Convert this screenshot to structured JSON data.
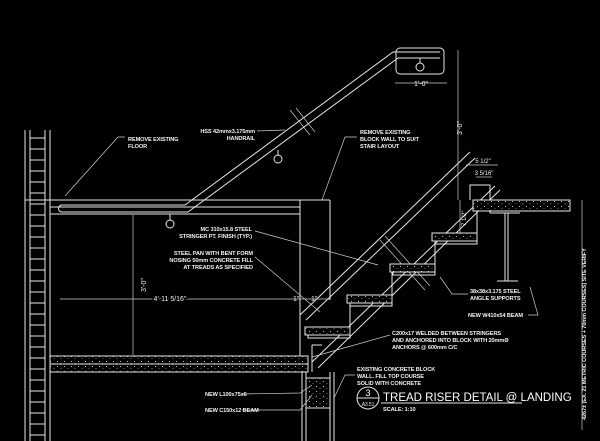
{
  "notes": {
    "remove_floor": [
      "REMOVE EXISTING",
      "FLOOR"
    ],
    "handrail": [
      "HSS 42mmx3.175mm",
      "HANDRAIL"
    ],
    "remove_wall": [
      "REMOVE EXISTING",
      "BLOCK WALL TO SUIT",
      "STAIR LAYOUT"
    ],
    "stringer": [
      "MC 310x15.8 STEEL",
      "STRINGER PT. FINISH (TYP.)"
    ],
    "steel_pan": [
      "STEEL PAN WITH BENT FORM",
      "NOSING 50mm CONCRETE FILL",
      "AT TREADS AS SPECIFIED"
    ],
    "angle_supports": [
      "38x38x3.175 STEEL",
      "ANGLE SUPPORTS"
    ],
    "beam_w": "NEW W410x54 BEAM",
    "channel": [
      "C200x17 WELDED BETWEEN STRINGERS",
      "AND ANCHORED INTO BLOCK WITH 20mmØ",
      "ANCHORS @ 600mm C/C"
    ],
    "block_wall": [
      "EXISTING CONCRETE BLOCK",
      "WALL. FILL TOP COURSE",
      "SOLID WITH CONCRETE"
    ],
    "angle_new": "NEW L100x75x6",
    "beam_c": "NEW C150x12 BEAM",
    "site_verify": "4267± (EX. 21 METRIC COURSES + 70mm COURSES) SITE VERIFY"
  },
  "dimensions": {
    "rail_height_right": "3'-0\"",
    "rail_height_left": "3'-0\"",
    "rail_width": "1'-0\"",
    "span": "4'-11 5/16\"",
    "gap_a": "1\"",
    "gap_b": "1\"",
    "nosing_a": "5 1/2\"",
    "nosing_b": "3 5/16\"",
    "riser": "7 1/2\""
  },
  "title_block": {
    "number": "3",
    "sheet": "A3.51",
    "title": "TREAD RISER DETAIL @ LANDING",
    "scale": "SCALE: 1:10"
  }
}
